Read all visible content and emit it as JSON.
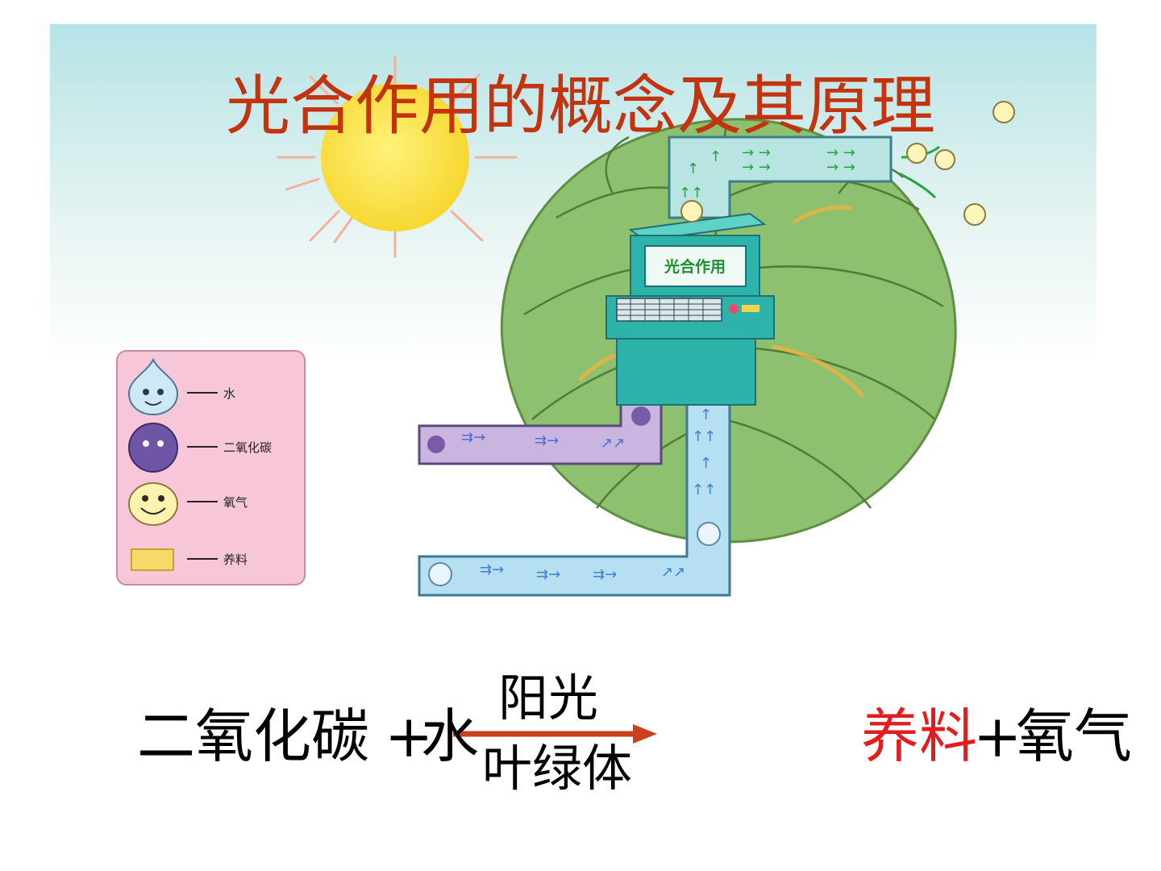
{
  "title": "光合作用的概念及其原理",
  "machine_screen": "光合作用",
  "legend": [
    {
      "icon": "water-drop-icon",
      "label": "水"
    },
    {
      "icon": "carbon-dioxide-icon",
      "label": "二氧化碳"
    },
    {
      "icon": "oxygen-icon",
      "label": "氧气"
    },
    {
      "icon": "nutrient-icon",
      "label": "养料"
    }
  ],
  "equation": {
    "reactant_1": "二氧化碳",
    "plus_1": "+",
    "reactant_2": "水",
    "condition_top": "阳光",
    "condition_bottom": "叶绿体",
    "product_1": "养料",
    "plus_2": "+",
    "product_2": "氧气"
  },
  "colors": {
    "title": "#c2330e",
    "product_highlight": "#e21d1d",
    "arrow": "#c9401a",
    "leaf": "#8dc06f",
    "machine": "#2db3aa",
    "water_pipe": "#b6dff2",
    "co2_pipe": "#c9b5e0",
    "legend_bg": "#f7c6d8"
  }
}
